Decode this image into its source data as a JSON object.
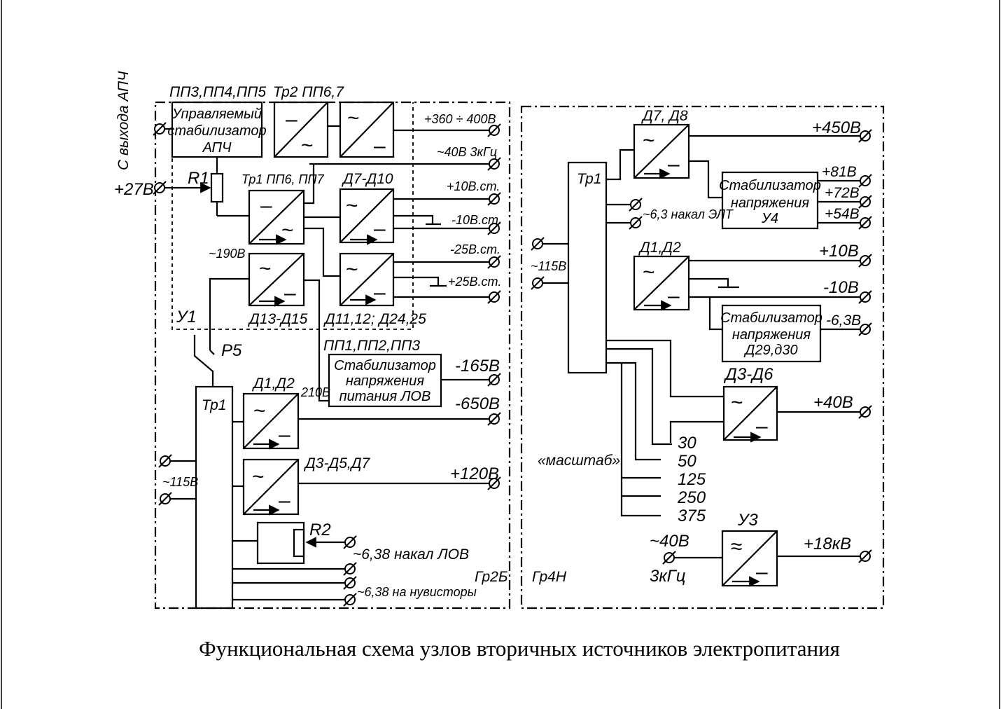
{
  "caption": "Функциональная схема узлов вторичных источников электропитания",
  "left_block": {
    "group_label": "Гр2Б",
    "top_labels": {
      "pp_group": "ПП3,ПП4,ПП5",
      "tr2_group": "Тр2 ПП6,7"
    },
    "input_apch_label": "С выхода АПЧ",
    "stabilizer_apch": {
      "line1": "Управляемый",
      "line2": "стабилизатор",
      "line3": "АПЧ"
    },
    "input_27v": "+27В",
    "r1": "R1",
    "tr1_pp": "Тр1 ПП6, ПП7",
    "d7_d10": "Д7-Д10",
    "v190": "~190В",
    "d13_d15": "Д13-Д15",
    "d11_d25": "Д11,12; Д24,25",
    "u1": "У1",
    "p5": "Р5",
    "outputs_top": {
      "v360": "+360 ÷ 400В",
      "v40_3k": "~40В 3кГц",
      "v10p": "+10В.ст.",
      "v10n": "-10В.ст.",
      "v25n": "-25В.ст.",
      "v25p": "+25В.ст."
    },
    "pp_lower": "ПП1,ПП2,ПП3",
    "lov_stabilizer": {
      "line1": "Стабилизатор",
      "line2": "напряжения",
      "line3": "питания ЛОВ"
    },
    "v165n": "-165В",
    "v210": "210В",
    "tr1": "Тр1",
    "d1d2": "Д1,Д2",
    "v650n": "-650В",
    "d3_d7": "Д3-Д5,Д7",
    "v120p": "+120В",
    "v115": "~115В",
    "r2": "R2",
    "nakal_lov": "~6,38 накал ЛОВ",
    "nuvistors": "~6,38 на нувисторы"
  },
  "right_block": {
    "group_label": "Гр4Н",
    "tr1": "Тр1",
    "d7d8": "Д7, Д8",
    "v450p": "+450В",
    "stab_u4": {
      "line1": "Стабилизатор",
      "line2": "напряжения",
      "line3": "У4"
    },
    "v81": "+81В",
    "v72": "+72В",
    "v54": "+54В",
    "nakal_elt": "~6,3 накал ЭЛТ",
    "v115": "~115В",
    "d1d2": "Д1,Д2",
    "v10p": "+10В",
    "v10n": "-10В",
    "stab_d29": {
      "line1": "Стабилизатор",
      "line2": "напряжения",
      "line3": "Д29,д30"
    },
    "v63n": "-6,3В",
    "d3_d6": "Д3-Д6",
    "v40p": "+40В",
    "scale_label": "«масштаб»",
    "scale_values": [
      "30",
      "50",
      "125",
      "250",
      "375"
    ],
    "u3": "У3",
    "v40_in": "~40В",
    "khz3": "3кГц",
    "v18kv": "+18кВ"
  },
  "icons": [
    "terminal-icon",
    "ac-dc-converter-icon",
    "resistor-icon",
    "switch-icon"
  ]
}
